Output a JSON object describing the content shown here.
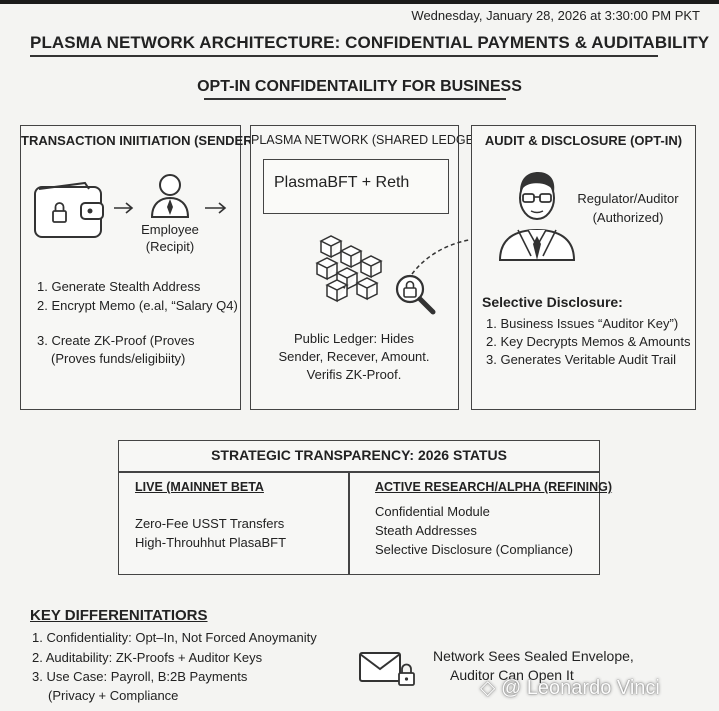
{
  "clock": "Wednesday, January 28, 2026 at 3:30:00 PM PKT",
  "title": "PLASMA NETWORK ARCHITECTURE: CONFIDENTIAL PAYMENTS & AUDITABILITY",
  "subtitle": "OPT-IN CONFIDENTAILITY FOR BUSINESS",
  "panels": {
    "sender": {
      "title": "TRANSACTION INIITIATION (SENDER)",
      "recipient_label_1": "Employee",
      "recipient_label_2": "(Recipit)",
      "steps": [
        "1. Generate Stealth Address",
        "2. Encrypt Memo (e.al, “Salary Q4)",
        "3. Create ZK-Proof (Proves",
        "(Proves funds/eligibiity)"
      ]
    },
    "network": {
      "title": "PLASMA NETWORK (SHARED LEDGER)",
      "engine": "PlasmaBFT + Reth",
      "ledger": [
        "Public Ledger: Hides",
        "Sender, Recever, Amount.",
        "Verifis ZK-Proof."
      ]
    },
    "audit": {
      "title": "AUDIT & DISCLOSURE (OPT-IN)",
      "auditor_1": "Regulator/Auditor",
      "auditor_2": "(Authorized)",
      "disclosure_title": "Selective Disclosure:",
      "steps": [
        "1. Business Issues “Auditor Key”)",
        "2. Key Decrypts Memos & Amounts",
        "3. Generates Veritable Audit Trail"
      ]
    }
  },
  "status": {
    "title": "STRATEGIC TRANSPARENCY: 2026 STATUS",
    "live": {
      "heading": "LIVE (MAINNET BETA",
      "items": [
        "Zero-Fee USST Transfers",
        "High-Throuhhut PlasaBFT"
      ]
    },
    "research": {
      "heading": "ACTIVE RESEARCH/ALPHA (REFINING)",
      "items": [
        "Confidential Module",
        "Steath Addresses",
        "Selective Disclosure (Compliance)"
      ]
    }
  },
  "differentiators": {
    "title": "KEY DIFFERENITATIORS",
    "items": [
      "1. Confidentiality: Opt–In, Not Forced Anoymanity",
      "2. Auditability: ZK-Proofs + Auditor Keys",
      "3. Use Case: Payroll, B:2B Payments",
      "(Privacy + Compliance"
    ],
    "envelope_1": "Network Sees Sealed Envelope,",
    "envelope_2": "Auditor Can Open It"
  },
  "watermark": "◇ @ Leonardo Vinci",
  "icons": [
    "wallet-lock-icon",
    "employee-icon",
    "blocks-icon",
    "magnifier-lock-icon",
    "auditor-icon",
    "sealed-envelope-icon"
  ]
}
